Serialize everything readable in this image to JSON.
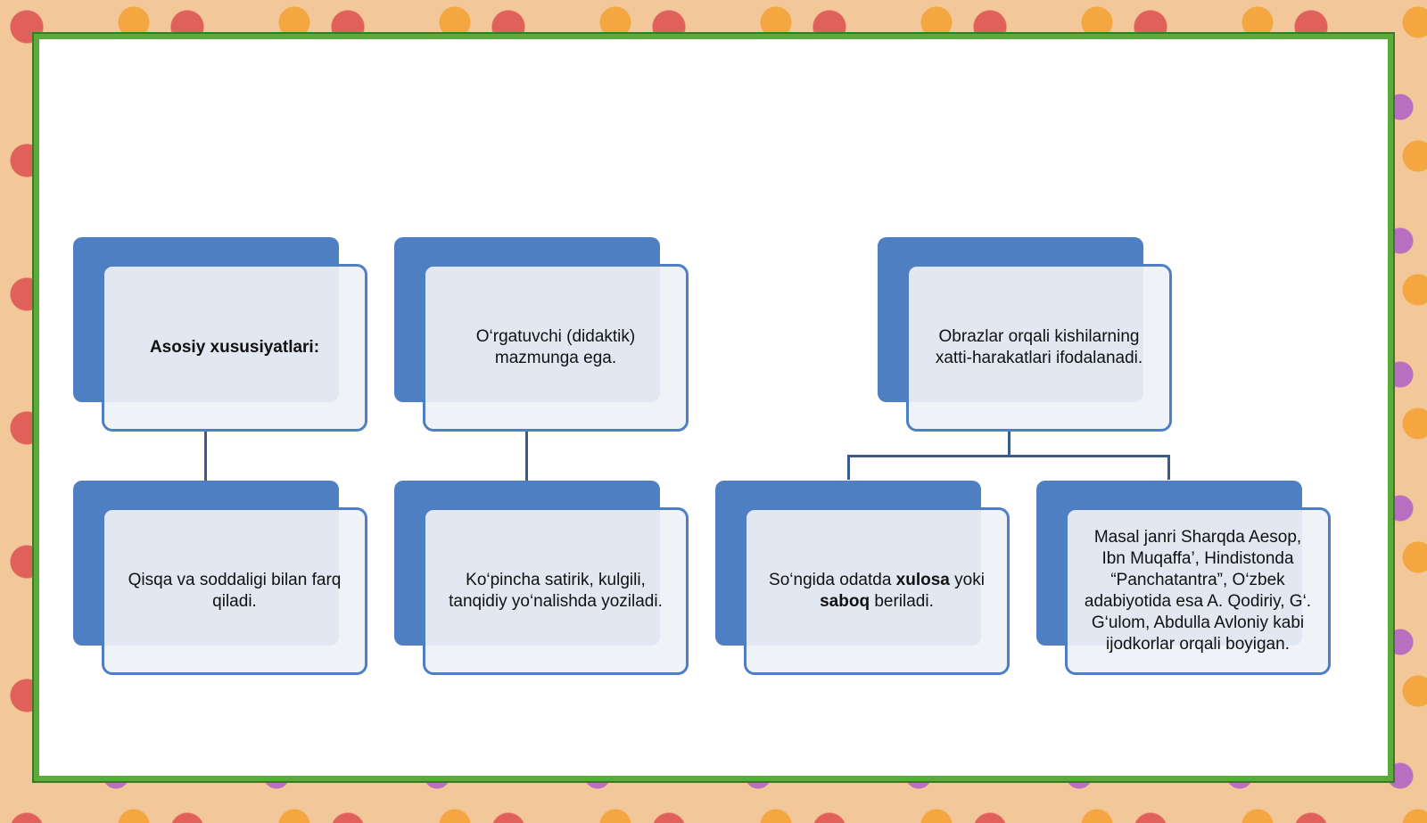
{
  "diagram": {
    "colors": {
      "box_back": "#4f7fc3",
      "box_border": "#4f7fc3",
      "connector": "#3a5a8c",
      "frame": "#5cab3a"
    },
    "top_row": [
      {
        "text": "Asosiy xususiyatlari:"
      },
      {
        "text": "O‘rgatuvchi (didaktik) mazmunga ega."
      },
      {
        "text": "Obrazlar orqali kishilarning xatti-harakatlari ifodalanadi."
      }
    ],
    "bottom_row": [
      {
        "text": "Qisqa va soddaligi bilan farq qiladi."
      },
      {
        "text": "Ko‘pincha satirik, kulgili, tanqidiy yo‘nalishda yoziladi."
      },
      {
        "parts": [
          "So‘ngida odatda ",
          "xulosa",
          " yoki ",
          "saboq",
          " beriladi."
        ]
      },
      {
        "text": "Masal janri Sharqda Aesop, Ibn Muqaffa’, Hindistonda “Panchatantra”, O‘zbek adabiyotida esa A. Qodiriy, G‘. G‘ulom, Abdulla Avloniy kabi ijodkorlar orqali boyigan."
      }
    ]
  }
}
